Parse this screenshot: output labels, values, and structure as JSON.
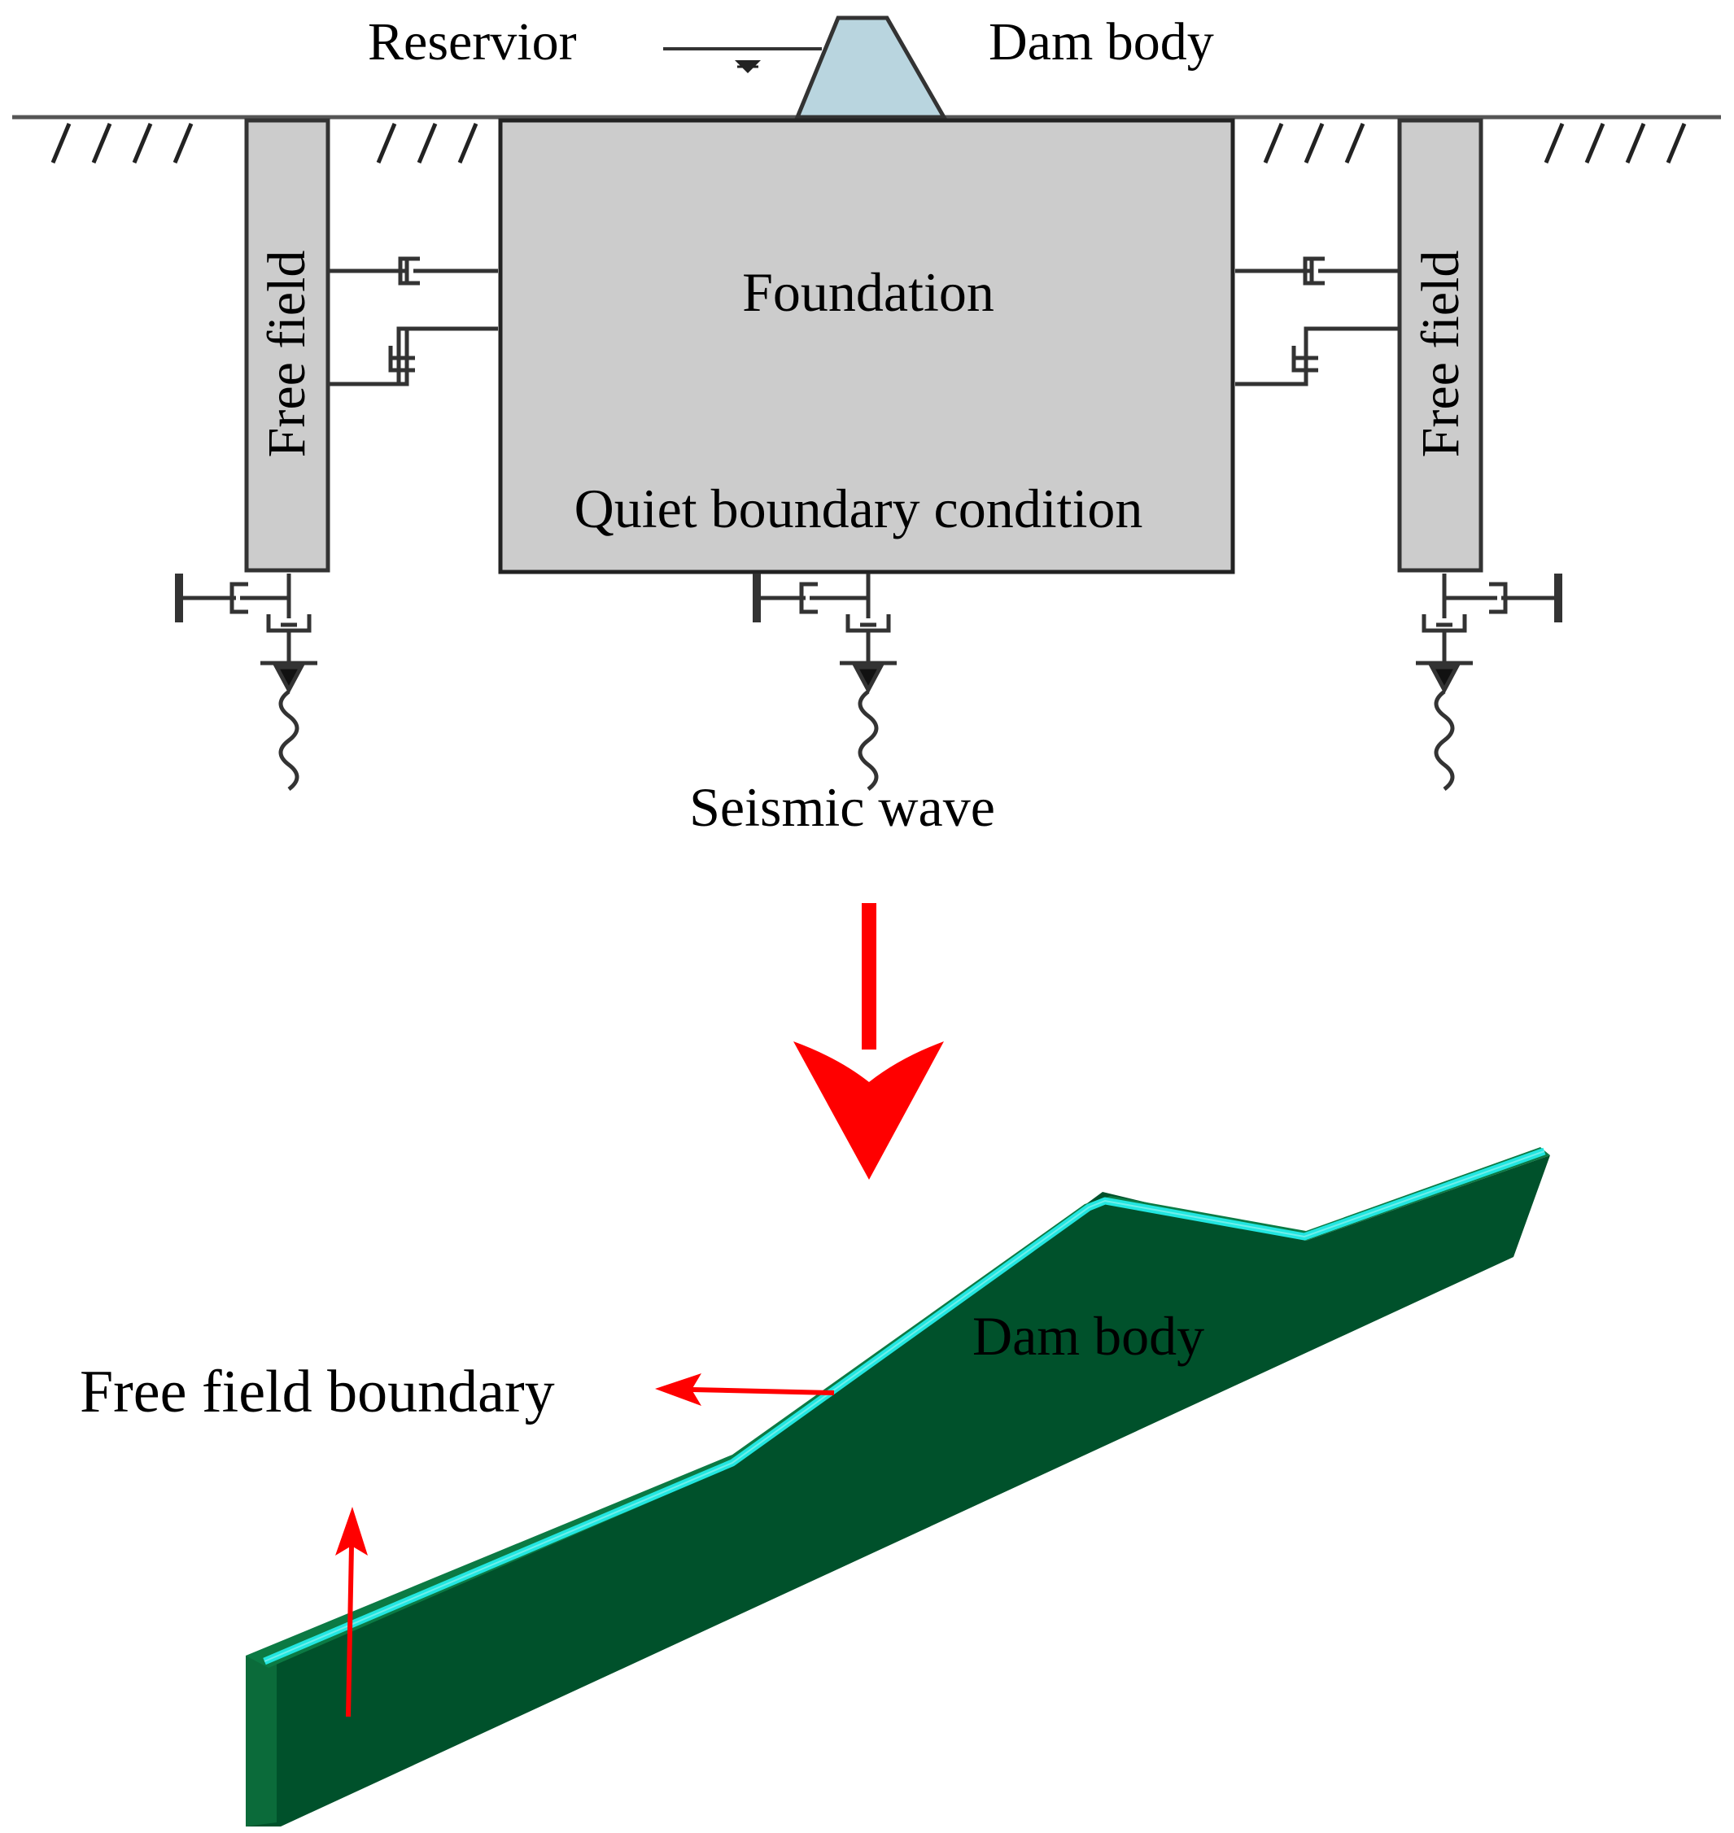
{
  "labels": {
    "reservoir": "Reservior",
    "dam_body_top": "Dam body",
    "foundation": "Foundation",
    "quiet_boundary": "Quiet boundary condition",
    "free_field_left": "Free field",
    "free_field_right": "Free field",
    "seismic_wave": "Seismic wave",
    "free_field_boundary": "Free field boundary",
    "dam_body_model": "Dam body"
  },
  "colors": {
    "dam_fill": "#b9d5df",
    "foundation_fill": "#cccccc",
    "free_field_fill": "#cccccc",
    "model_body": "#00512b",
    "model_edge": "#0c7a44",
    "model_surface_highlight": "#22e6e0",
    "arrow": "#ff0000"
  },
  "icons": {
    "water_level": "triangle-down-icon",
    "dashpot": "dashpot-icon",
    "wave_source": "sine-wave-icon",
    "flow_arrow": "arrow-down-icon"
  }
}
